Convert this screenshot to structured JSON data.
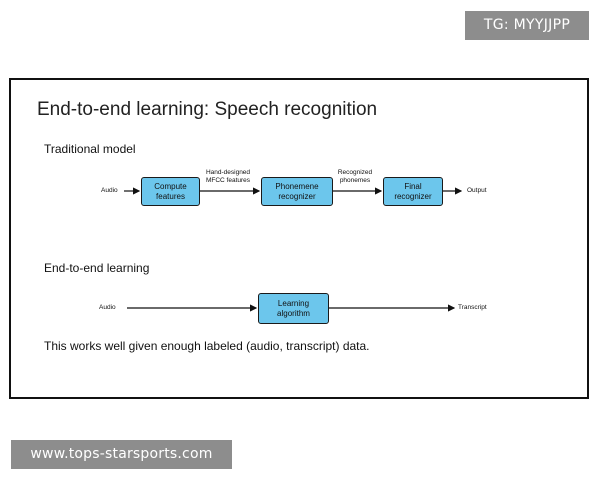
{
  "watermark_top": "TG: MYYJJPP",
  "watermark_bottom": "www.tops-starsports.com",
  "slide": {
    "title": "End-to-end learning: Speech recognition",
    "traditional": {
      "label": "Traditional model",
      "input": "Audio",
      "boxes": [
        "Compute\nfeatures",
        "Phonemene\nrecognizer",
        "Final\nrecognizer"
      ],
      "edge_labels": [
        "Hand-designed\nMFCC features",
        "Recognized\nphonemes"
      ],
      "output": "Output"
    },
    "end_to_end": {
      "label": "End-to-end learning",
      "input": "Audio",
      "box": "Learning\nalgorithm",
      "output": "Transcript"
    },
    "caption": "This works well given enough labeled (audio, transcript) data."
  }
}
